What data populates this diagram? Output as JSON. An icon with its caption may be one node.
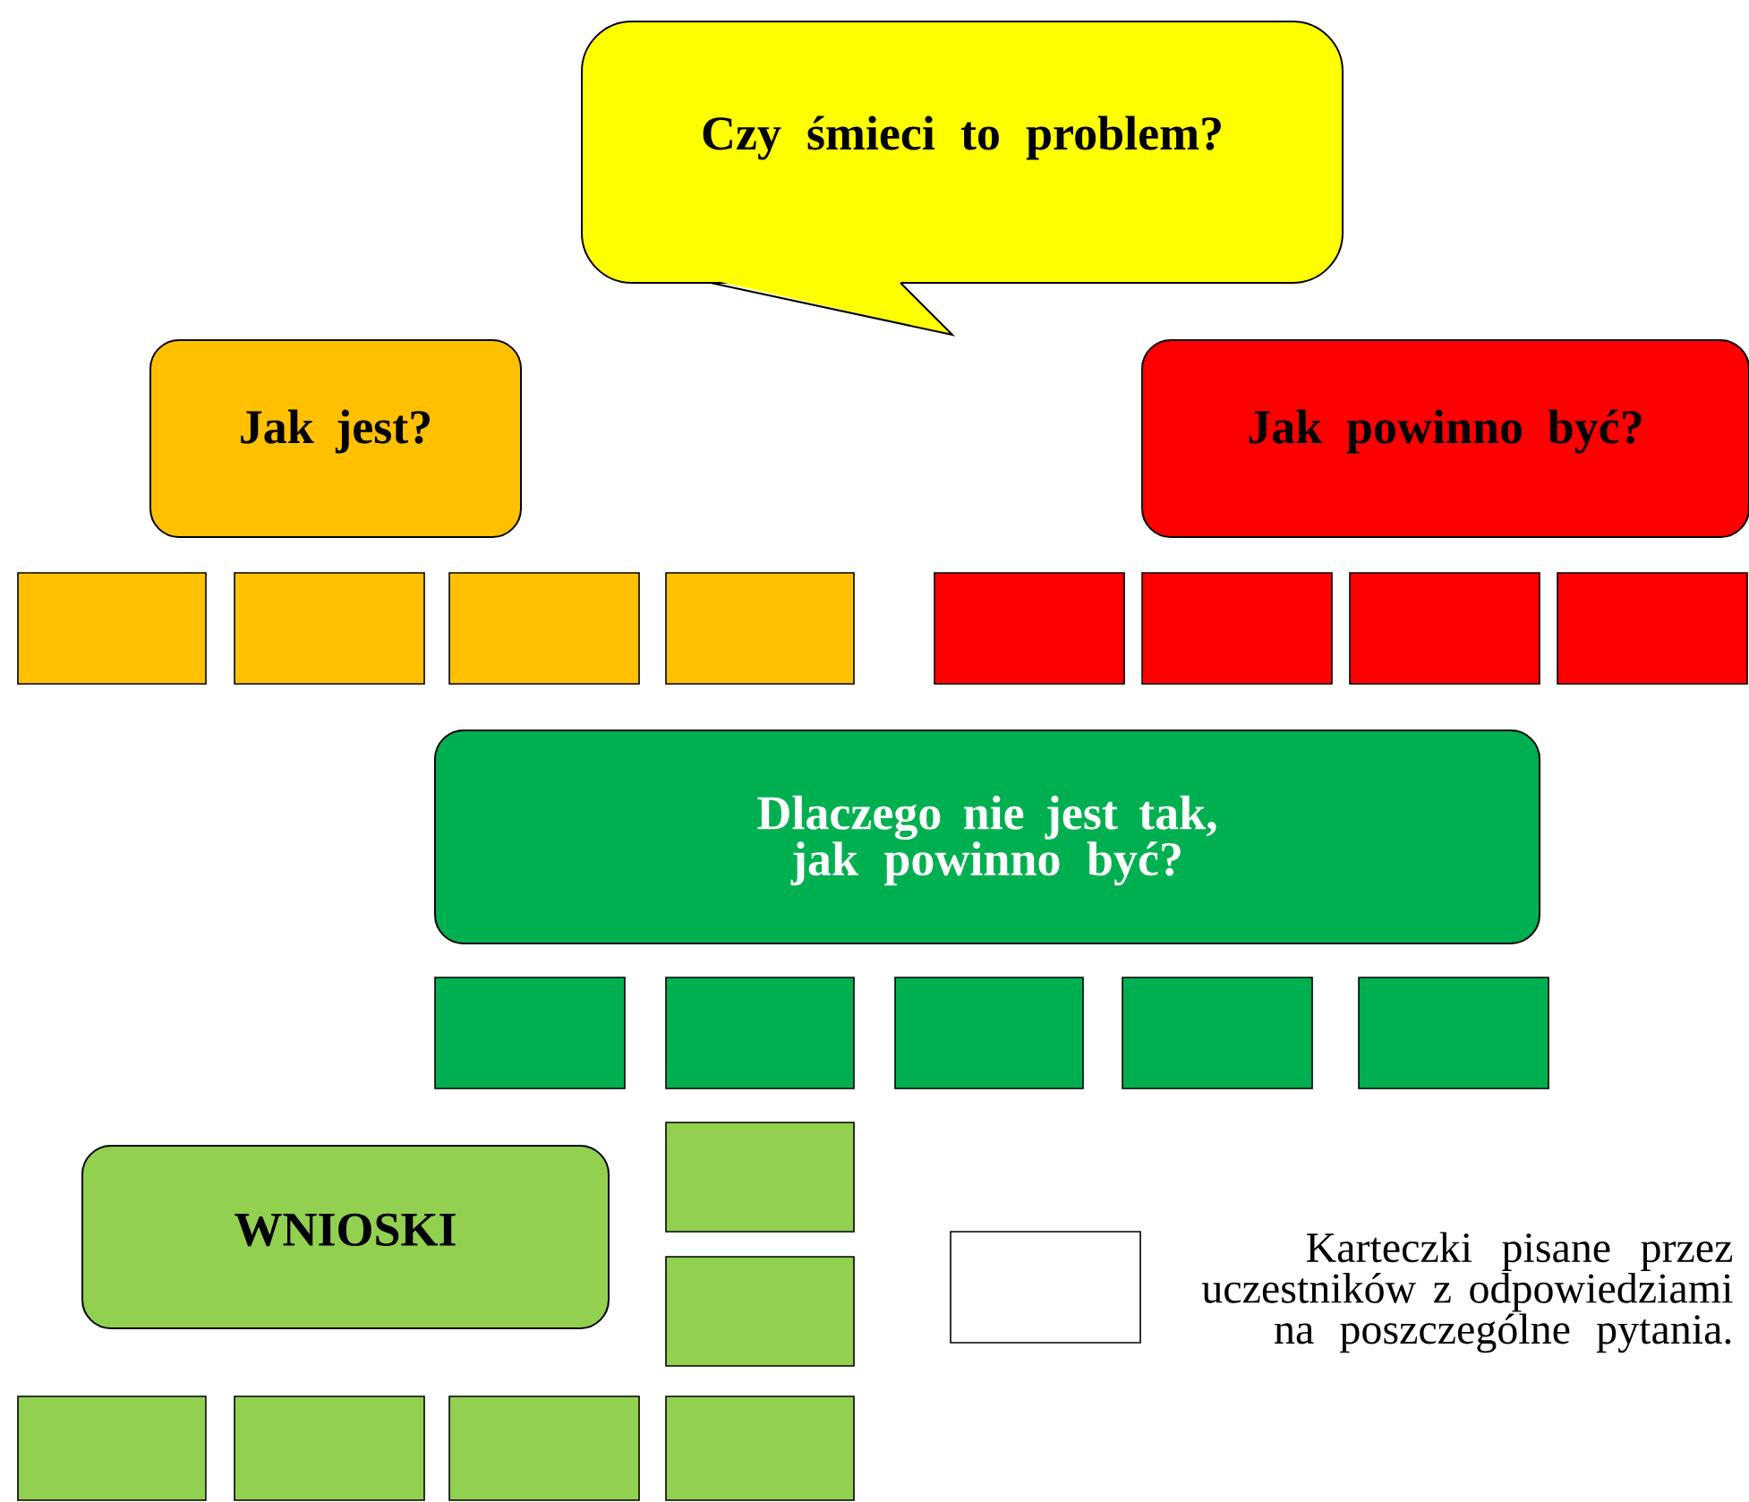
{
  "diagram": {
    "nodes": [
      {
        "text": [
          "Czy śmieci to problem?"
        ]
      },
      {
        "text": [
          "Jak jest?"
        ]
      },
      {
        "text": [],
        "shape": "box"
      },
      {
        "text": [],
        "shape": "box"
      },
      {
        "text": [],
        "shape": "box"
      },
      {
        "text": [],
        "shape": "box"
      },
      {
        "text": [
          "Jak powinno być?"
        ]
      },
      {
        "text": [],
        "shape": "box"
      },
      {
        "text": [],
        "shape": "box"
      },
      {
        "text": [],
        "shape": "box"
      },
      {
        "text": [],
        "shape": "box"
      },
      {
        "text": [
          "Dlaczego nie jest tak, jak powinno być?"
        ]
      },
      {
        "text": [],
        "shape": "box"
      },
      {
        "text": [],
        "shape": "box"
      },
      {
        "text": [],
        "shape": "box"
      },
      {
        "text": [],
        "shape": "box"
      },
      {
        "text": [],
        "shape": "box"
      },
      {
        "text": [],
        "shape": "box"
      },
      {
        "text": [
          "WNIOSKI"
        ]
      },
      {
        "text": [],
        "shape": "box"
      },
      {
        "text": [],
        "shape": "box"
      },
      {
        "text": [],
        "shape": "box"
      },
      {
        "text": [],
        "shape": "box"
      },
      {
        "text": [],
        "shape": "box"
      }
    ],
    "edges": [],
    "legend": [
      {
        "text": "Karteczki pisane przez uczestników z odpowiedziami na poszczególne pytania."
      }
    ]
  }
}
